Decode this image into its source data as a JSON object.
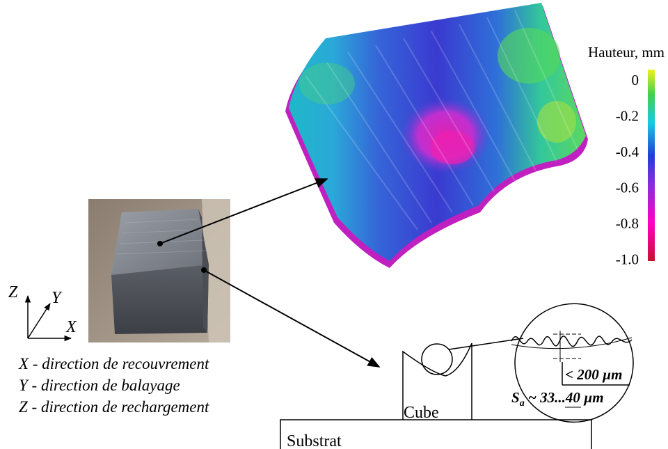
{
  "colorbar": {
    "title": "Hauteur, mm",
    "ticks": [
      "0",
      "-0.2",
      "-0.4",
      "-0.6",
      "-0.8",
      "-1.0"
    ],
    "range": [
      -1.0,
      0
    ],
    "colors": [
      "#c8102e",
      "#ff00c8",
      "#8a2be2",
      "#1f3fd8",
      "#18c8e8",
      "#3ed24a",
      "#f0f020"
    ]
  },
  "axes": {
    "x": "X",
    "y": "Y",
    "z": "Z"
  },
  "legend": [
    "X - direction de recouvrement",
    "Y - direction de balayage",
    "Z - direction de rechargement"
  ],
  "schematic": {
    "cube_label": "Cube",
    "substrate_label": "Substrat",
    "dimension": "< 200 µm",
    "roughness_symbol": "S",
    "roughness_subscript": "a",
    "roughness_value": " ~ 33...40 µm"
  }
}
